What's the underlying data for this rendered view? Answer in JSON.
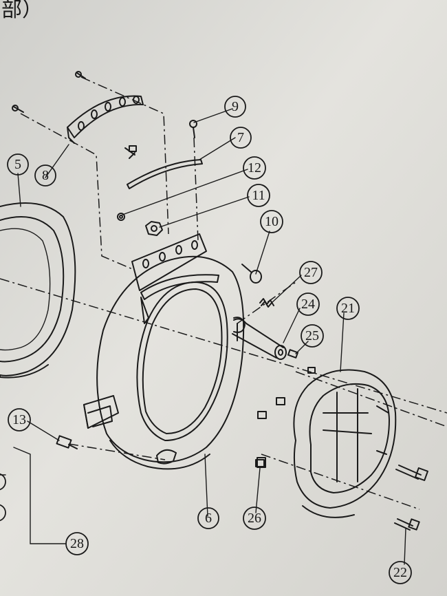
{
  "header": {
    "title": "部）"
  },
  "callouts": [
    {
      "id": "c9",
      "text": "9"
    },
    {
      "id": "c7",
      "text": "7"
    },
    {
      "id": "c12",
      "text": "12"
    },
    {
      "id": "c11",
      "text": "11"
    },
    {
      "id": "c10",
      "text": "10"
    },
    {
      "id": "c27",
      "text": "27"
    },
    {
      "id": "c24",
      "text": "24"
    },
    {
      "id": "c21",
      "text": "21"
    },
    {
      "id": "c25",
      "text": "25"
    },
    {
      "id": "c5",
      "text": "5"
    },
    {
      "id": "c8",
      "text": "8"
    },
    {
      "id": "c13",
      "text": "13"
    },
    {
      "id": "c6",
      "text": "6"
    },
    {
      "id": "c26",
      "text": "26"
    },
    {
      "id": "c28",
      "text": "28"
    },
    {
      "id": "c22",
      "text": "22"
    }
  ]
}
